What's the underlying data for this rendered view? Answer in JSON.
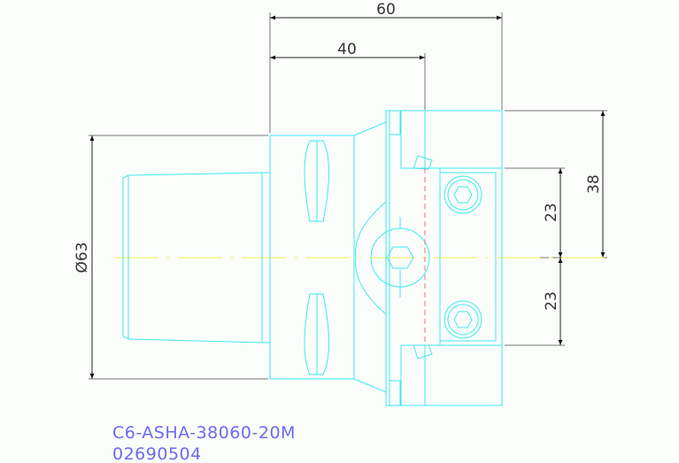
{
  "dimensions": {
    "overall_length": "60",
    "body_length": "40",
    "shank_diameter": "Ø63",
    "height_total": "38",
    "screw_upper_offset": "23",
    "screw_lower_offset": "23"
  },
  "title_block": {
    "part_number": "C6-ASHA-38060-20M",
    "order_code": "02690504"
  },
  "colors": {
    "part": "#3ee8f0",
    "centerline": "#f0f060",
    "hidden_line": "#f07070",
    "label": "#6a6af0"
  }
}
